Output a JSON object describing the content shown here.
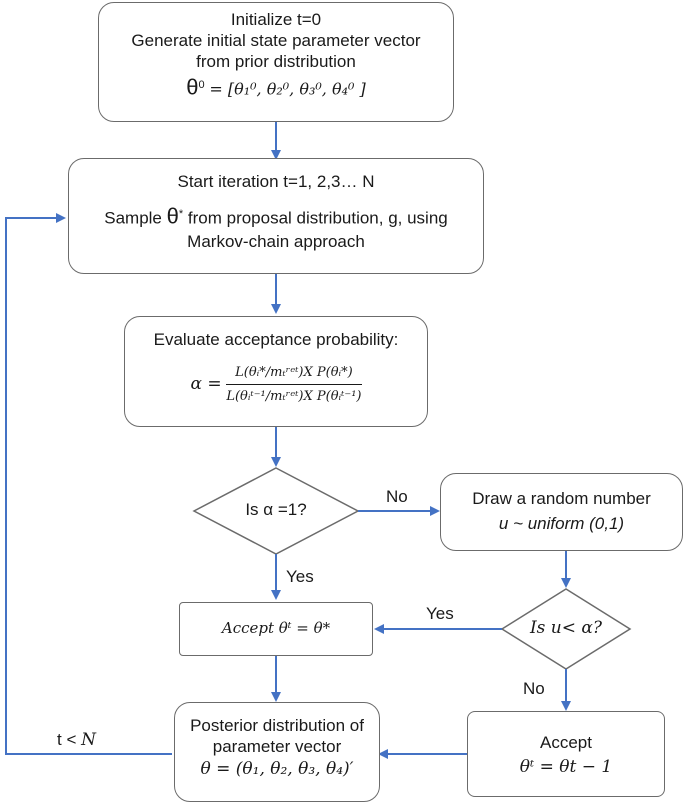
{
  "nodes": {
    "init": {
      "line1": "Initialize t=0",
      "line2": "Generate initial state parameter vector",
      "line3": "from prior distribution",
      "theta_symbol": "θ",
      "theta_sup": "0",
      "vector_text": "= [θ₁⁰, θ₂⁰, θ₃⁰, θ₄⁰ ]"
    },
    "iteration": {
      "line1": "Start iteration t=1, 2,3… N",
      "line2_pre": "Sample",
      "theta_symbol": "θ",
      "theta_sup": "*",
      "line2_post": "from proposal distribution, g, using",
      "line3": "Markov-chain approach"
    },
    "evaluate": {
      "line1": "Evaluate acceptance probability:",
      "alpha_lhs": "α =",
      "numerator": "L(θᵢ*/mₜʳᵉᵗ)X P(θᵢ*)",
      "denominator": "L(θᵢᵗ⁻¹/mₜʳᵉᵗ)X P(θᵢᵗ⁻¹)"
    },
    "decision_alpha": {
      "text": "Is α =1?"
    },
    "random_number": {
      "line1": "Draw a random number",
      "line2": "u ~ uniform (0,1)"
    },
    "accept_star": {
      "text": "Accept θᵗ = θ*"
    },
    "decision_u": {
      "text": "Is u< α?"
    },
    "accept_prev": {
      "line1": "Accept",
      "line2": "θᵗ = θt − 1"
    },
    "posterior": {
      "line1": "Posterior distribution of",
      "line2": "parameter vector",
      "line3": "θ = (θ₁, θ₂, θ₃, θ₄)′"
    }
  },
  "edge_labels": {
    "no_1": "No",
    "yes_1": "Yes",
    "yes_2": "Yes",
    "no_2": "No",
    "loop_prefix": "t <",
    "loop_var": "N"
  },
  "colors": {
    "arrow": "#4472c4",
    "box_border": "#6b6b6b",
    "text": "#1a1a1a"
  }
}
